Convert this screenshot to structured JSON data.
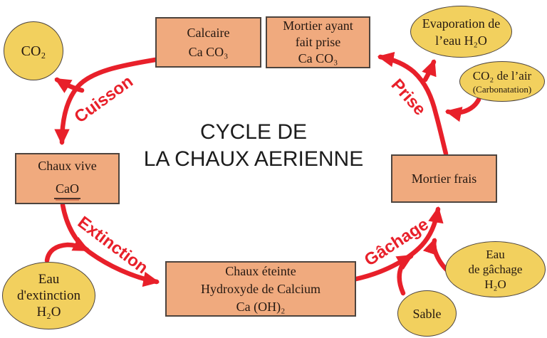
{
  "title": {
    "line1": "CYCLE DE",
    "line2": "LA CHAUX AERIENNE"
  },
  "boxes": {
    "calcaire": {
      "lines": [
        "Calcaire",
        "Ca CO₃"
      ]
    },
    "mortier_prise": {
      "lines": [
        "Mortier ayant",
        "fait prise",
        "Ca CO₃"
      ]
    },
    "chaux_vive": {
      "name": "Chaux vive",
      "formula": "CaO"
    },
    "mortier_frais": {
      "lines": [
        "Mortier frais"
      ]
    },
    "chaux_eteinte": {
      "lines": [
        "Chaux éteinte",
        "Hydroxyde de Calcium",
        "Ca (OH)₂"
      ]
    }
  },
  "ellipses": {
    "co2": {
      "lines": [
        "CO₂"
      ]
    },
    "evaporation": {
      "lines": [
        "Evaporation de",
        "l’eau H₂O"
      ]
    },
    "co2_air": {
      "main": "CO₂ de l’air",
      "sub": "(Carbonatation)"
    },
    "eau_extinction": {
      "lines": [
        "Eau",
        "d'extinction",
        "H₂O"
      ]
    },
    "eau_gachage": {
      "lines": [
        "Eau",
        "de gâchage",
        "H₂O"
      ]
    },
    "sable": {
      "lines": [
        "Sable"
      ]
    }
  },
  "arrow_labels": {
    "cuisson": "Cuisson",
    "extinction": "Extinction",
    "gachage": "Gâchage",
    "prise": "Prise"
  },
  "colors": {
    "box_fill": "#f0aa7e",
    "box_border": "#4d443e",
    "ellipse_fill": "#f2d05e",
    "ellipse_border": "#4d443e",
    "arrow_red": "#e8202a",
    "title_color": "#1c1c1c",
    "text_color": "#241811"
  }
}
